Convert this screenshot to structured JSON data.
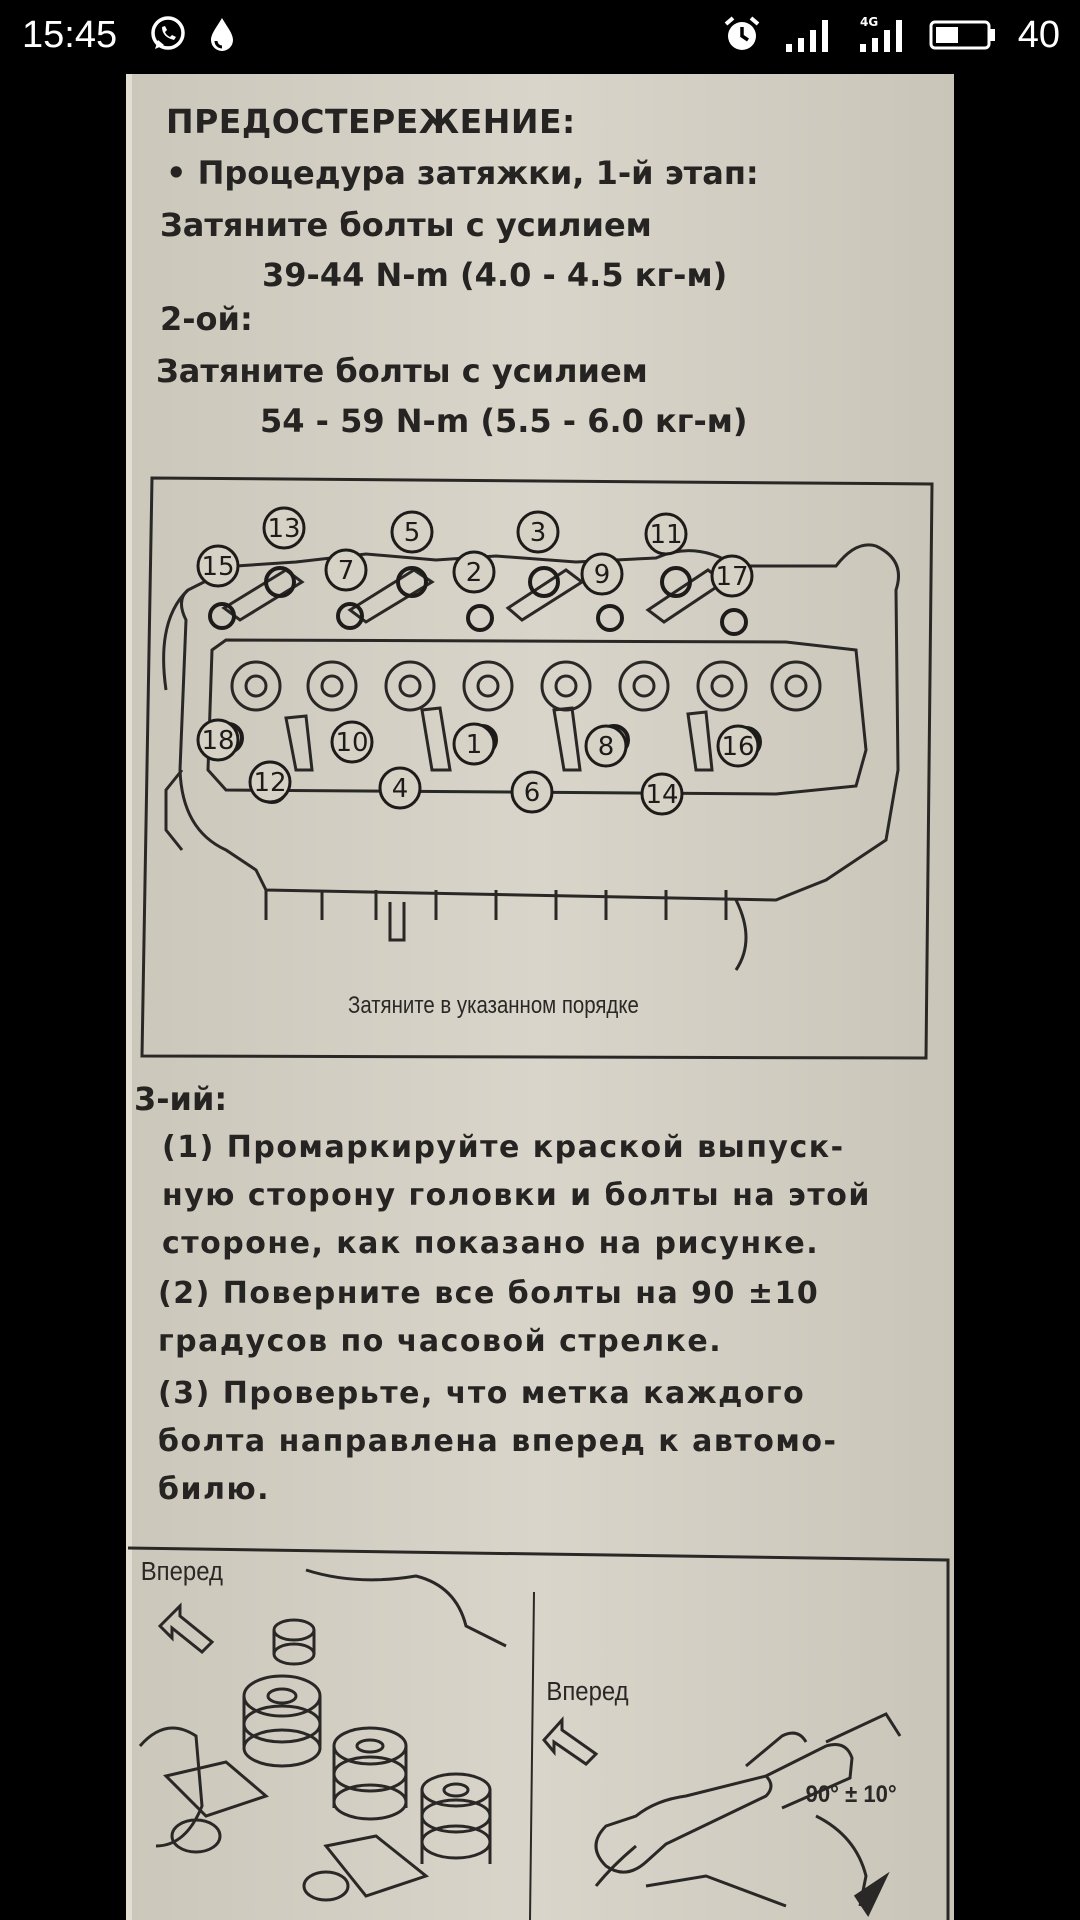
{
  "status_bar": {
    "time": "15:45",
    "battery_level": "40",
    "icons": [
      "whatsapp-icon",
      "drop-icon",
      "alarm-icon",
      "signal-icon",
      "signal-4g-icon",
      "battery-icon"
    ]
  },
  "document": {
    "heading": "ПРЕДОСТЕРЕЖЕНИЕ:",
    "step1_bullet": "• Процедура затяжки, 1-й этап:",
    "step1_line": "Затяните болты с усилием",
    "step1_torque": "39-44 N-m (4.0 - 4.5 кг-м)",
    "step2_label": "2-ой:",
    "step2_line": "Затяните болты с усилием",
    "step2_torque": "54 - 59 N-m (5.5 - 6.0 кг-м)",
    "figure1": {
      "caption": "Затяните в указанном порядке",
      "bolt_numbers": [
        "13",
        "5",
        "3",
        "11",
        "15",
        "7",
        "2",
        "9",
        "17",
        "18",
        "10",
        "1",
        "8",
        "16",
        "12",
        "4",
        "6",
        "14"
      ]
    },
    "step3_label": "3-ий:",
    "step3_items": [
      "(1) Промаркируйте краской выпуск-",
      "ную сторону головки и болты на этой",
      "стороне, как показано на рисунке.",
      "(2)  Поверните все болты на 90 ±10",
      "градусов по часовой стрелке.",
      "(3) Проверьте, что метка каждого",
      "болта направлена вперед к автомо-",
      "билю."
    ],
    "figure2": {
      "left_label": "Вперед",
      "right_label": "Вперед",
      "angle_label": "90° ± 10°"
    }
  },
  "colors": {
    "paper": "#d6d2c6",
    "ink": "#262422",
    "status_bar_bg": "#000000",
    "status_bar_fg": "#ffffff"
  }
}
